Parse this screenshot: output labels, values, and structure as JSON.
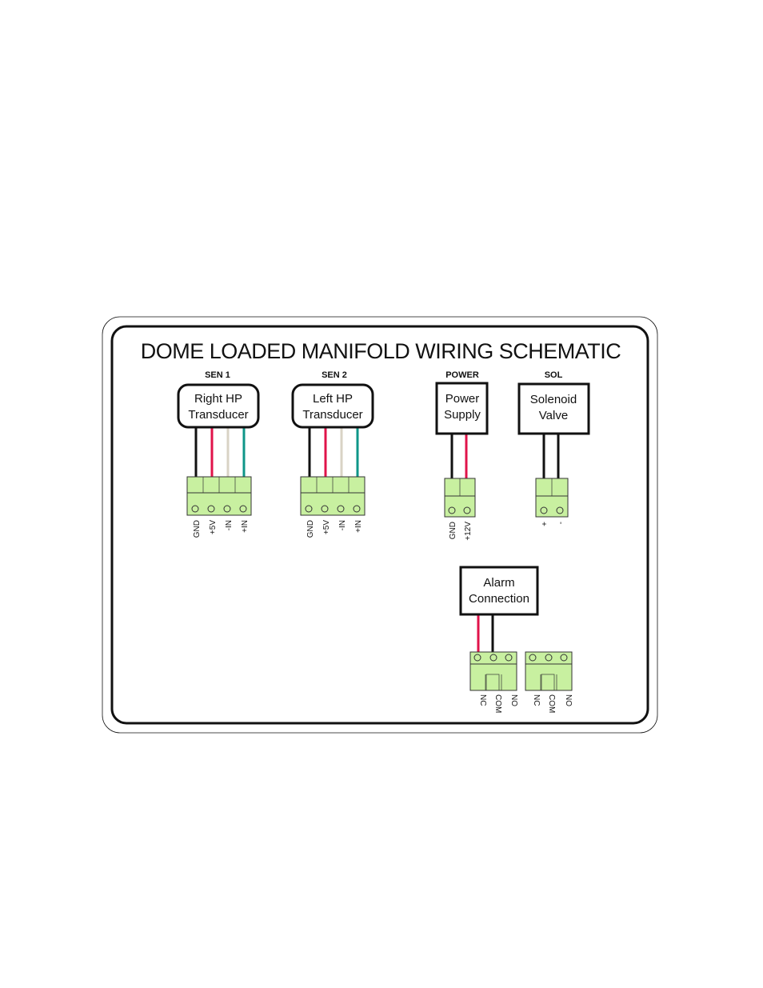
{
  "title": "DOME  LOADED  MANIFOLD WIRING SCHEMATIC",
  "colors": {
    "frame": "#111111",
    "terminal_fill": "#c8f0a0",
    "terminal_stroke": "#333333",
    "wire_black": "#111111",
    "wire_red": "#e0134a",
    "wire_white": "#e8e4da",
    "wire_teal": "#0e9688"
  },
  "sections": {
    "sen1": {
      "header": "SEN 1",
      "line1": "Right HP",
      "line2": "Transducer",
      "pins": [
        "GND",
        "+5V",
        "-IN",
        "+IN"
      ]
    },
    "sen2": {
      "header": "SEN 2",
      "line1": "Left HP",
      "line2": "Transducer",
      "pins": [
        "GND",
        "+5V",
        "-IN",
        "+IN"
      ]
    },
    "power": {
      "header": "POWER",
      "line1": "Power",
      "line2": "Supply",
      "pins": [
        "GND",
        "+12V"
      ]
    },
    "sol": {
      "header": "SOL",
      "line1": "Solenoid",
      "line2": "Valve",
      "pins": [
        "+",
        "-"
      ]
    },
    "alarm": {
      "line1": "Alarm",
      "line2": "Connection",
      "pins_a": [
        "NC",
        "COM",
        "NO"
      ],
      "pins_b": [
        "NC",
        "COM",
        "NO"
      ]
    }
  }
}
